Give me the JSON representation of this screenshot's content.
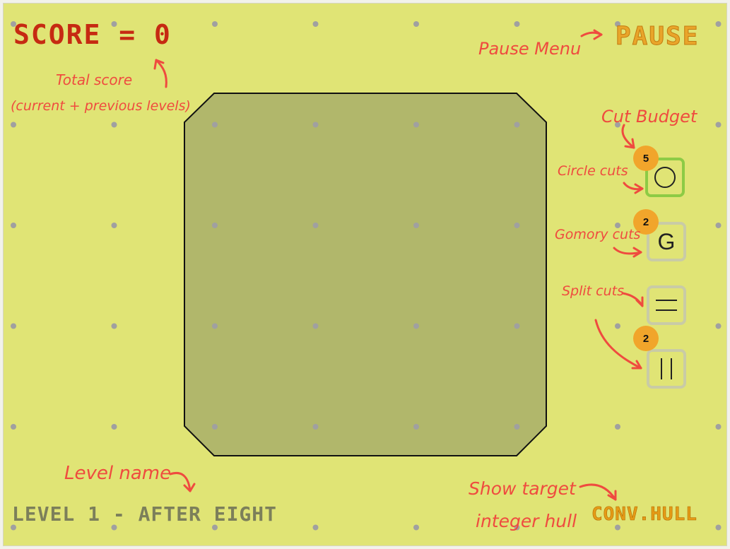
{
  "hud": {
    "score_text": "SCORE = 0",
    "pause_label": "PAUSE",
    "level_text": "LEVEL 1 - AFTER EIGHT",
    "hull_label": "CONV.HULL"
  },
  "tools": [
    {
      "name": "circle-cut",
      "glyph": "◯",
      "budget": "5",
      "active": true
    },
    {
      "name": "gomory-cut",
      "glyph": "G",
      "budget": "2",
      "active": false
    },
    {
      "name": "split-cut-horizontal",
      "glyph": "═",
      "budget": "",
      "active": false
    },
    {
      "name": "split-cut-vertical",
      "glyph": "||",
      "budget": "2",
      "active": false
    }
  ],
  "annotations": {
    "total_score_line1": "Total score",
    "total_score_line2": "(current + previous levels)",
    "pause_menu": "Pause Menu",
    "cut_budget": "Cut Budget",
    "circle_cuts": "Circle cuts",
    "gomory_cuts": "Gomory cuts",
    "split_cuts": "Split cuts",
    "level_name": "Level name",
    "show_target_line1": "Show target",
    "show_target_line2": "integer hull"
  },
  "colors": {
    "background": "#e0e475",
    "polygon_fill": "#b1b76b",
    "score_red": "#c62a12",
    "button_orange": "#e9a52a",
    "annotation_red": "#ef4b3f",
    "active_tool_border": "#8dcb45",
    "badge_orange": "#f1a52b",
    "grid_dot": "#a0a0a0"
  },
  "icons": {
    "circle_tool": "circle-icon",
    "gomory_tool": "letter-g-icon",
    "split_h_tool": "double-horizontal-line-icon",
    "split_v_tool": "double-vertical-line-icon"
  }
}
